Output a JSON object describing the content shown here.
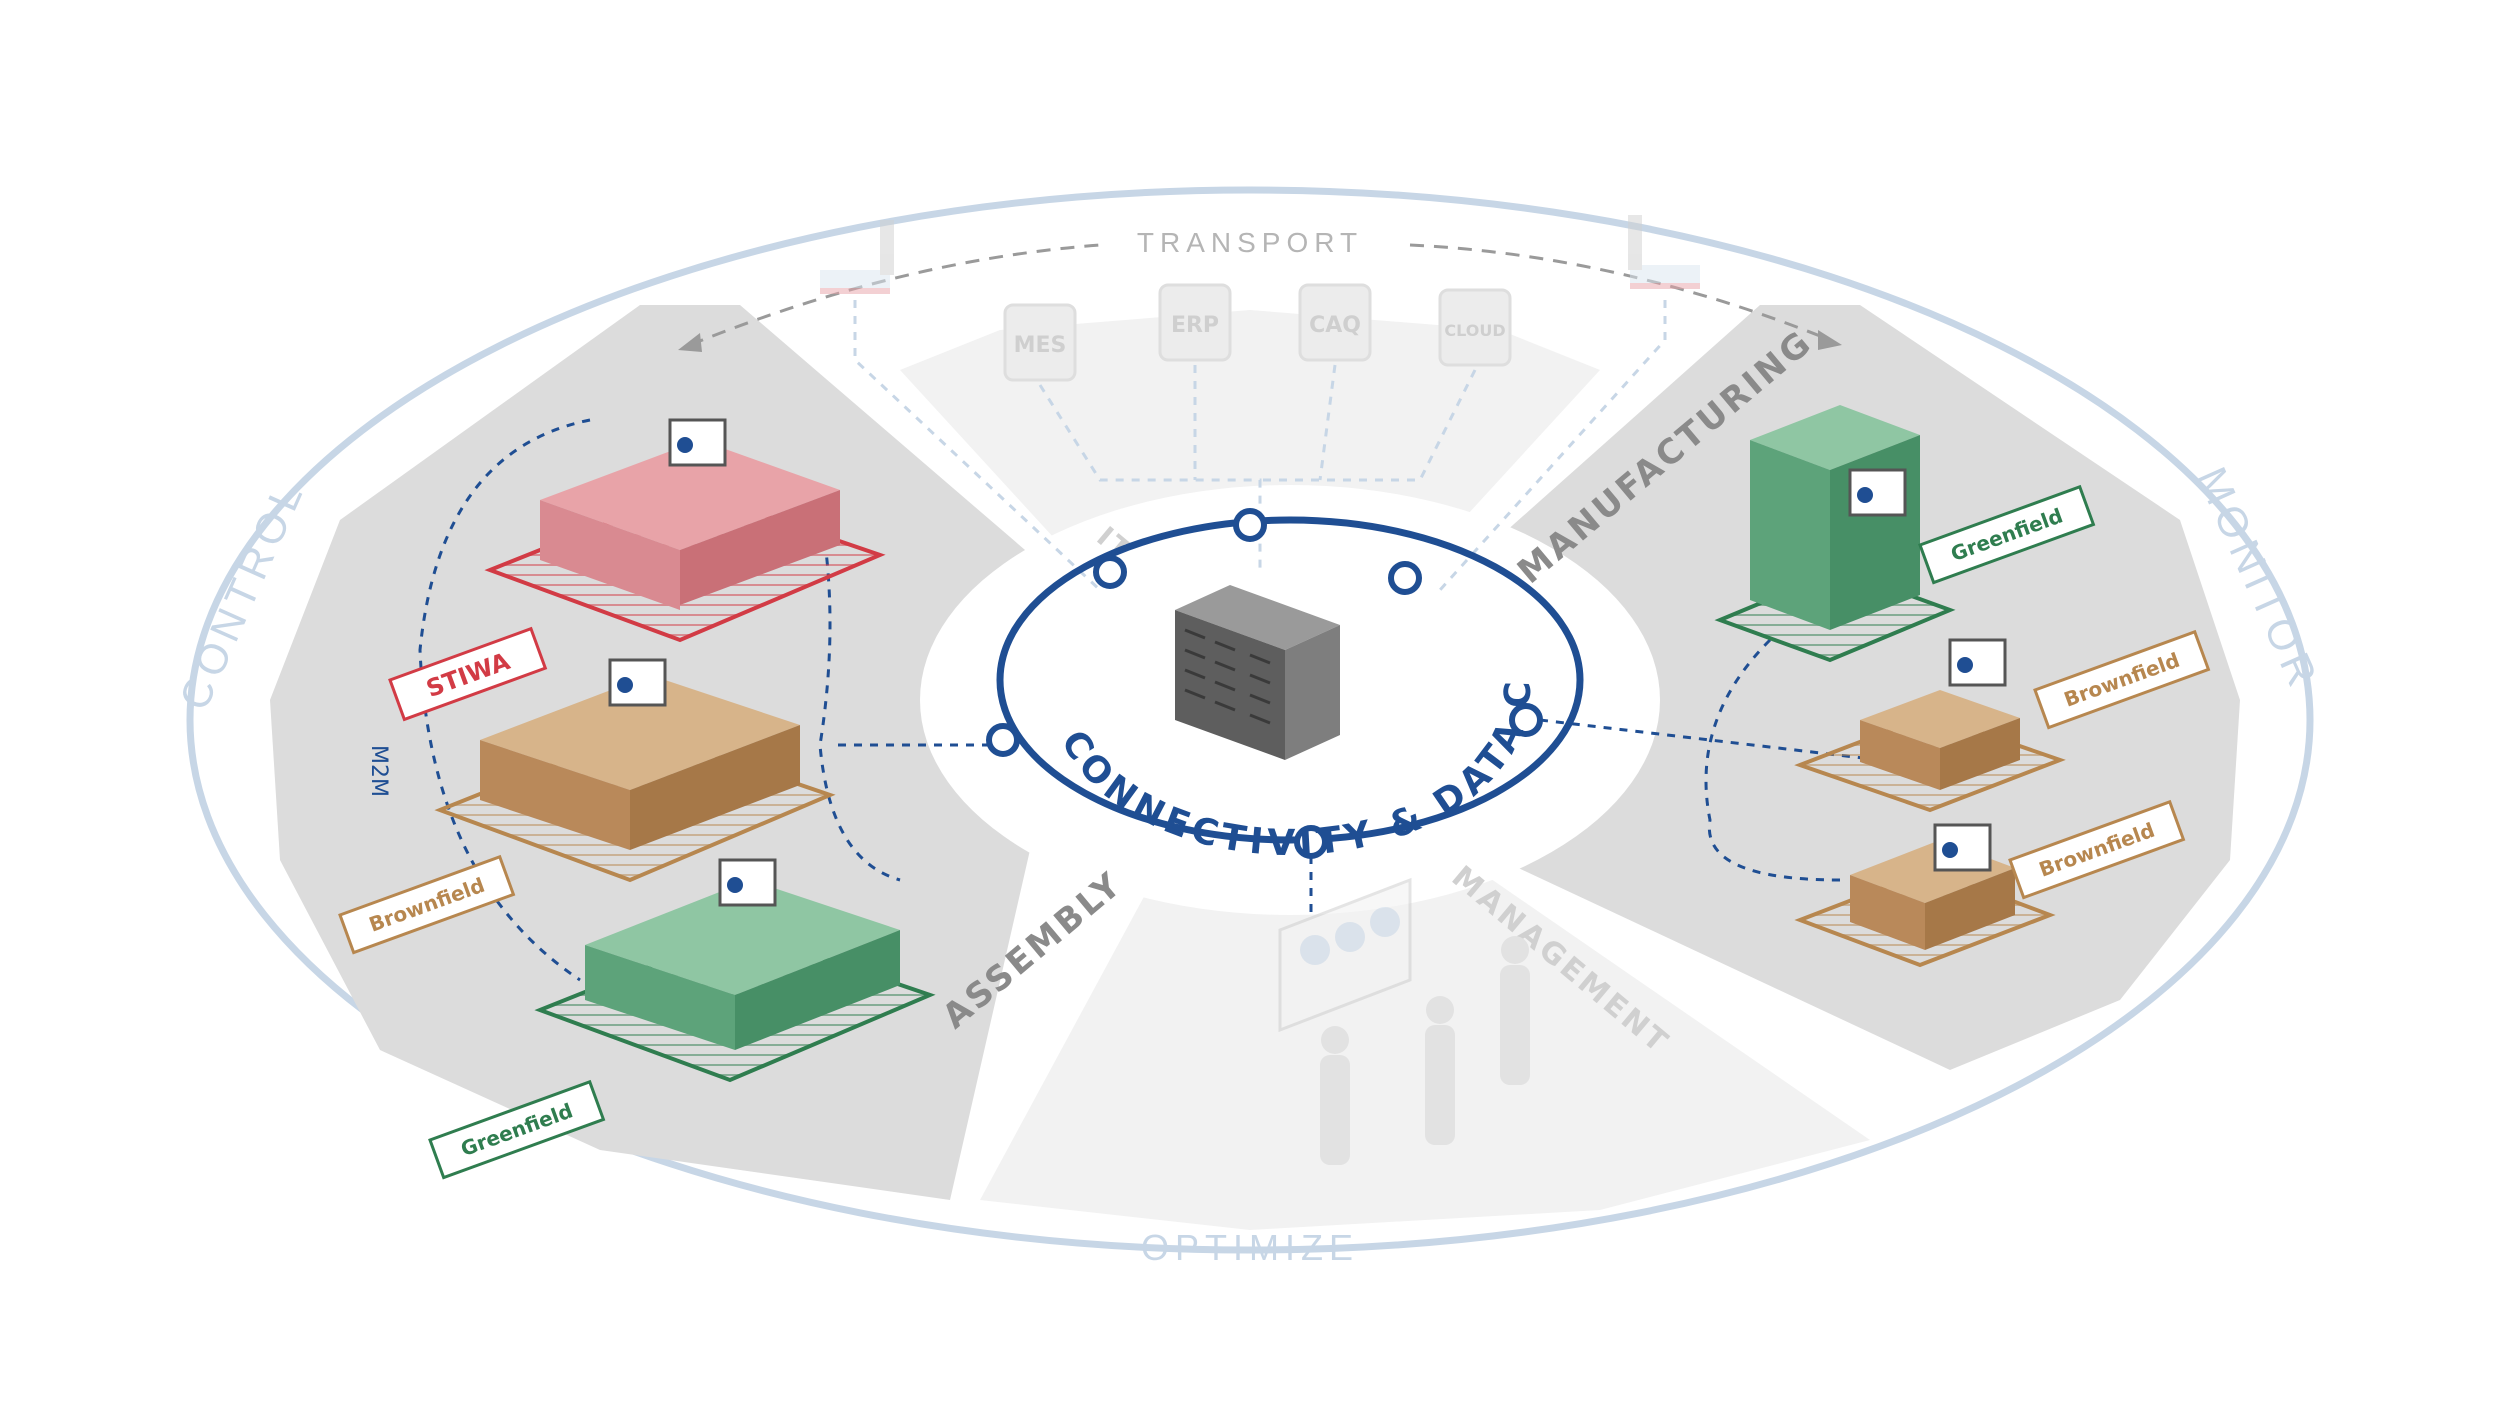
{
  "ring_labels": {
    "transport": "TRANSPORT",
    "control": "CONTROL",
    "monitor": "MONITOR",
    "optimize": "OPTIMIZE"
  },
  "sectors": {
    "it": "IT",
    "manufacturing": "MANUFACTURING",
    "assembly": "ASSEMBLY",
    "management": "MANAGEMENT"
  },
  "hub": {
    "label": "CONNECTIVITY & DATA COLLECTION"
  },
  "it_systems": [
    {
      "label": "MES"
    },
    {
      "label": "ERP"
    },
    {
      "label": "CAQ"
    },
    {
      "label": "CLOUD"
    }
  ],
  "assembly_lines": [
    {
      "tag": "STIWA",
      "color": "#d23b45"
    },
    {
      "tag": "Brownfield",
      "color": "#b7874f"
    },
    {
      "tag": "Greenfield",
      "color": "#2f7d4f"
    }
  ],
  "manufacturing_machines": [
    {
      "tag": "Greenfield",
      "color": "#2f7d4f"
    },
    {
      "tag": "Brownfield",
      "color": "#b7874f"
    },
    {
      "tag": "Brownfield",
      "color": "#b7874f"
    }
  ],
  "m2m_label": "M2M",
  "colors": {
    "ring": "#c7d6e6",
    "hub_blue": "#1f4e93",
    "sector_gray": "#dcdcdc",
    "faded_gray": "#eeeeee"
  }
}
